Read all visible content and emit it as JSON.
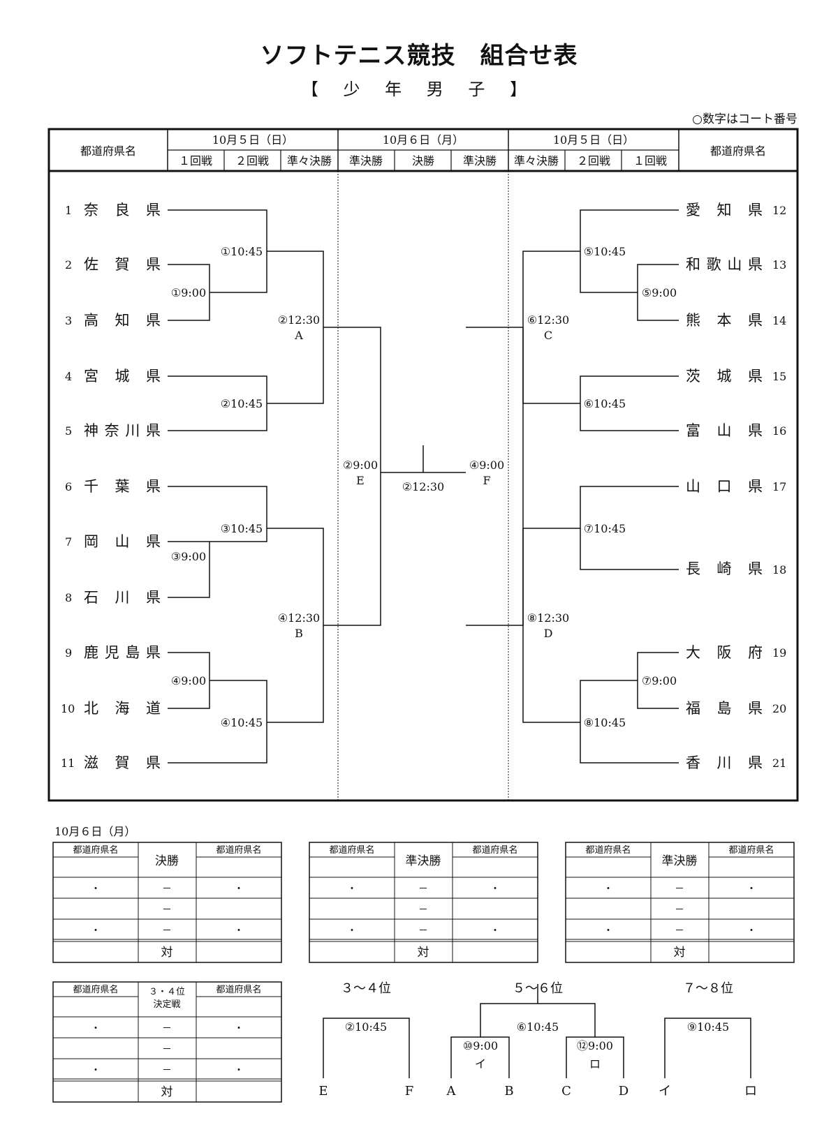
{
  "title": "ソフトテニス競技　組合せ表",
  "subtitle": "【 少 年 男 子 】",
  "note": "○数字はコート番号",
  "header": {
    "pref_label": "都道府県名",
    "day1": "10月５日（日）",
    "day2": "10月６日（月）",
    "day3": "10月５日（日）",
    "rounds_left": [
      "１回戦",
      "２回戦",
      "準々決勝"
    ],
    "rounds_mid": [
      "準決勝",
      "決勝",
      "準決勝"
    ],
    "rounds_right": [
      "準々決勝",
      "２回戦",
      "１回戦"
    ]
  },
  "left_teams": [
    {
      "num": "1",
      "name": "奈　良　県"
    },
    {
      "num": "2",
      "name": "佐　賀　県"
    },
    {
      "num": "3",
      "name": "高　知　県"
    },
    {
      "num": "4",
      "name": "宮　城　県"
    },
    {
      "num": "5",
      "name": "神奈川県"
    },
    {
      "num": "6",
      "name": "千　葉　県"
    },
    {
      "num": "7",
      "name": "岡　山　県"
    },
    {
      "num": "8",
      "name": "石　川　県"
    },
    {
      "num": "9",
      "name": "鹿児島県"
    },
    {
      "num": "10",
      "name": "北　海　道"
    },
    {
      "num": "11",
      "name": "滋　賀　県"
    }
  ],
  "right_teams": [
    {
      "num": "12",
      "name": "愛　知　県"
    },
    {
      "num": "13",
      "name": "和歌山県"
    },
    {
      "num": "14",
      "name": "熊　本　県"
    },
    {
      "num": "15",
      "name": "茨　城　県"
    },
    {
      "num": "16",
      "name": "富　山　県"
    },
    {
      "num": "17",
      "name": "山　口　県"
    },
    {
      "num": "18",
      "name": "長　崎　県"
    },
    {
      "num": "19",
      "name": "大　阪　府"
    },
    {
      "num": "20",
      "name": "福　島　県"
    },
    {
      "num": "21",
      "name": "香　川　県"
    }
  ],
  "matches": {
    "l1": "①9:00",
    "l2": "③9:00",
    "l3": "④9:00",
    "l4": "①10:45",
    "l5": "②10:45",
    "l6": "③10:45",
    "l7": "④10:45",
    "l8": "②12:30",
    "l8b": "A",
    "l9": "④12:30",
    "l9b": "B",
    "e": "②9:00",
    "eb": "E",
    "final": "②12:30",
    "f": "④9:00",
    "fb": "F",
    "r1": "⑤9:00",
    "r2": "⑦9:00",
    "r3": "⑤10:45",
    "r4": "⑥10:45",
    "r5": "⑦10:45",
    "r6": "⑧10:45",
    "r7": "⑥12:30",
    "r7b": "C",
    "r8": "⑧12:30",
    "r8b": "D"
  },
  "bottom": {
    "date": "10月６日（月）",
    "pref": "都道府県名",
    "t1_mid": "決勝",
    "t2_mid": "準決勝",
    "t3_mid": "準決勝",
    "t4_mid1": "３・４位",
    "t4_mid2": "決定戦",
    "dot": "・",
    "dash": "－",
    "vs": "対",
    "p34": "３～４位",
    "p34_match": "②10:45",
    "p34_a": "E",
    "p34_b": "F",
    "p56": "５～６位",
    "p56_match": "⑥10:45",
    "p56_m1": "⑩9:00",
    "p56_m1b": "イ",
    "p56_m2": "⑫9:00",
    "p56_m2b": "ロ",
    "p56_a": "A",
    "p56_b": "B",
    "p56_c": "C",
    "p56_d": "D",
    "p78": "７～８位",
    "p78_match": "⑨10:45",
    "p78_a": "イ",
    "p78_b": "ロ"
  }
}
